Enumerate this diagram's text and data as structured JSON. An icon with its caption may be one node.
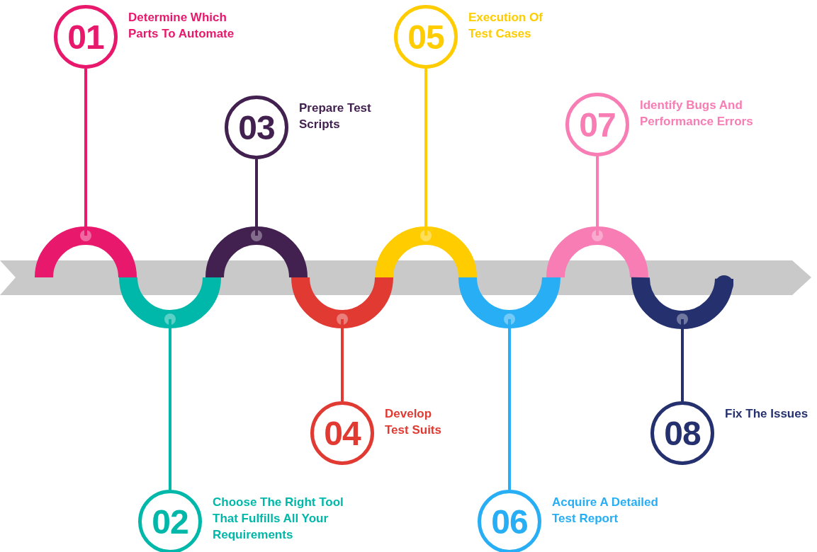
{
  "diagram": {
    "nodes": [
      {
        "text": [
          "01"
        ],
        "beside": [
          "Determine Which Parts To Automate"
        ]
      },
      {
        "text": [
          "02"
        ],
        "beside": [
          "Choose The Right Tool That Fulfills All Your Requirements"
        ]
      },
      {
        "text": [
          "03"
        ],
        "beside": [
          "Prepare Test Scripts"
        ]
      },
      {
        "text": [
          "04"
        ],
        "beside": [
          "Develop Test Suits"
        ]
      },
      {
        "text": [
          "05"
        ],
        "beside": [
          "Execution Of Test Cases"
        ]
      },
      {
        "text": [
          "06"
        ],
        "beside": [
          "Acquire A Detailed Test Report"
        ]
      },
      {
        "text": [
          "07"
        ],
        "beside": [
          "Identify Bugs And Performance Errors"
        ]
      },
      {
        "text": [
          "08"
        ],
        "beside": [
          "Fix The Issues"
        ]
      }
    ],
    "edges": [
      {
        "from": 0,
        "to": null,
        "arrow": "none",
        "color": "#e8186d"
      },
      {
        "from": 1,
        "to": null,
        "arrow": "none",
        "color": "#00b8a9"
      },
      {
        "from": 2,
        "to": null,
        "arrow": "none",
        "color": "#42204f"
      },
      {
        "from": 3,
        "to": null,
        "arrow": "none",
        "color": "#e03a33"
      },
      {
        "from": 4,
        "to": null,
        "arrow": "none",
        "color": "#ffcc00"
      },
      {
        "from": 5,
        "to": null,
        "arrow": "none",
        "color": "#27aef5"
      },
      {
        "from": 6,
        "to": null,
        "arrow": "none",
        "color": "#f87db4"
      },
      {
        "from": 7,
        "to": null,
        "arrow": "none",
        "color": "#25306e"
      }
    ]
  }
}
